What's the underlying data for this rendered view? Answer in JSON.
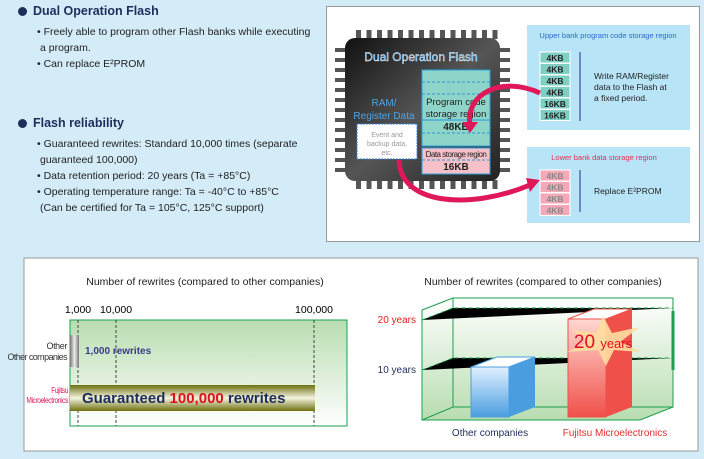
{
  "features": [
    {
      "title": "Dual Operation Flash",
      "bullets": [
        "• Freely able to program other Flash banks while executing",
        "a program.",
        "• Can replace E²PROM"
      ]
    },
    {
      "title": "Flash reliability",
      "bullets": [
        "• Guaranteed rewrites: Standard 10,000 times (separate",
        "guaranteed 100,000)",
        "• Data retention period: 20 years (Ta = +85°C)",
        "• Operating temperature range: Ta = -40°C to +85°C",
        "(Can be certified for Ta = 105°C, 125°C support)"
      ]
    }
  ],
  "diagram": {
    "chip_title": "Dual Operation Flash",
    "ram_label": [
      "RAM/",
      "Register Data"
    ],
    "event_label": [
      "Event and",
      "backup data,",
      "etc."
    ],
    "program_region": [
      "Program code",
      "storage region",
      "48KB"
    ],
    "data_region": [
      "Data storage region",
      "16KB"
    ],
    "upper_bank": {
      "title": "Upper bank program code storage region",
      "blocks": [
        "4KB",
        "4KB",
        "4KB",
        "4KB",
        "16KB",
        "16KB"
      ],
      "note": [
        "Write RAM/Register",
        "data to the Flash at",
        "a fixed period."
      ]
    },
    "lower_bank": {
      "title": "Lower bank data storage region",
      "blocks": [
        "4KB",
        "4KB",
        "4KB",
        "4KB"
      ],
      "note": "Replace E²PROM"
    },
    "colors": {
      "upper": "#7fd0c4",
      "lower": "#f4a8b8",
      "arrow": "#e0185a"
    }
  },
  "chart_data": [
    {
      "type": "bar",
      "orientation": "horizontal",
      "title": "Number of rewrites (compared to other companies)",
      "tick_labels": [
        "1,000",
        "10,000",
        "100,000"
      ],
      "categories": [
        "Other companies",
        "Fujitsu Microelectronics"
      ],
      "values": [
        1000,
        100000
      ],
      "data_labels": [
        "1,000 rewrites",
        "Guaranteed 100,000 rewrites"
      ],
      "label_parts": {
        "pre": "Guaranteed ",
        "num": "100,000",
        "post": " rewrites"
      }
    },
    {
      "type": "bar",
      "title": "Number of rewrites (compared to other companies)",
      "categories": [
        "Other companies",
        "Fujitsu Microelectronics"
      ],
      "values": [
        10,
        20
      ],
      "unit": "years",
      "tick_labels": [
        "10 years",
        "20 years"
      ],
      "badge": "20 years",
      "badge_parts": [
        "20",
        "years"
      ],
      "colors": [
        "#4a9ee0",
        "#f0504a"
      ]
    }
  ]
}
